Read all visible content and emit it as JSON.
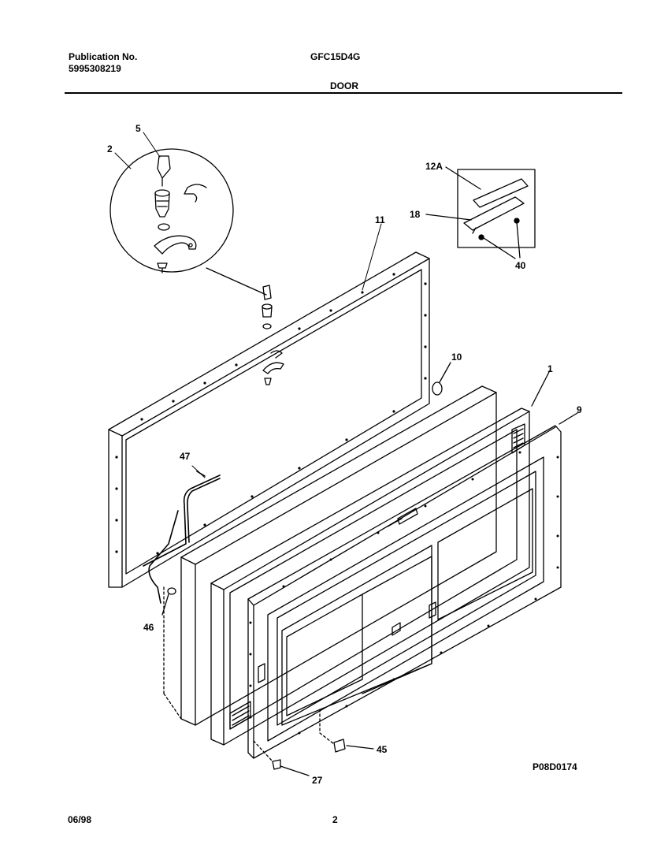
{
  "header": {
    "publication_label": "Publication No.",
    "publication_number": "5995308219",
    "model": "GFC15D4G",
    "section": "DOOR"
  },
  "diagram": {
    "callouts": [
      "5",
      "2",
      "12A",
      "18",
      "40",
      "11",
      "10",
      "1",
      "9",
      "47",
      "46",
      "45",
      "27"
    ],
    "figure_code": "P08D0174"
  },
  "footer": {
    "date": "06/98",
    "page": "2"
  }
}
